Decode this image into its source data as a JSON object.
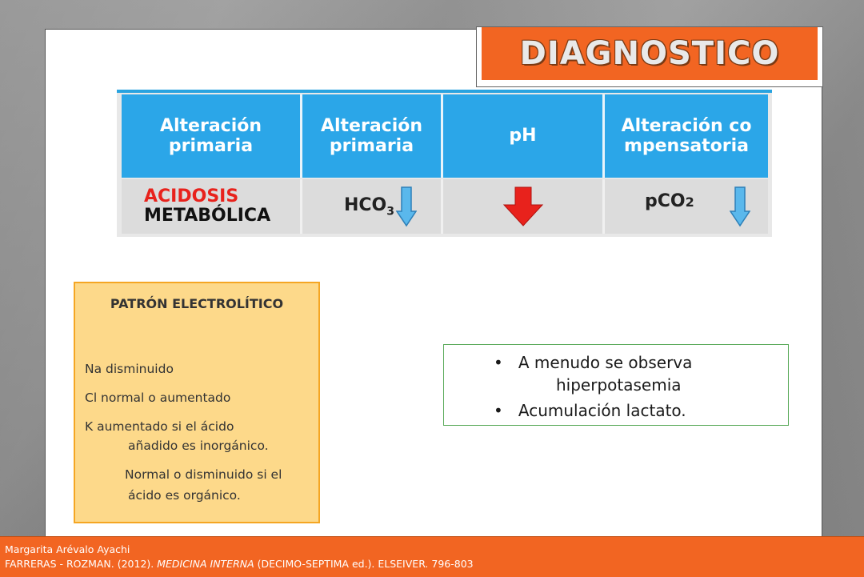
{
  "slide": {
    "title": "DIAGNOSTICO"
  },
  "table": {
    "headers": [
      "Alteración primaria",
      "Alteración primaria",
      "pH",
      "Alteración compensatoria"
    ],
    "row": {
      "col1_line1": "ACIDOSIS",
      "col1_line2": "METABÓLICA",
      "col2_chem": "HCO",
      "col2_sub": "3",
      "col4_chem": "pCO",
      "col4_sub": "2"
    },
    "colors": {
      "header_bg": "#2ba6e8",
      "acid_red": "#e8221c",
      "arrow_blue": "#5ab8ec",
      "arrow_red": "#e8221c"
    }
  },
  "panel": {
    "title": "PATRÓN ELECTROLÍTICO",
    "lines": [
      "Na  disminuido",
      "Cl   normal o aumentado",
      "K    aumentado si el ácido",
      "añadido es inorgánico.",
      "Normal  o disminuido si el",
      "ácido es orgánico."
    ]
  },
  "bullets": {
    "items": [
      {
        "line1": "A menudo se observa",
        "line2": "hiperpotasemia"
      },
      {
        "line1": "Acumulación lactato."
      }
    ]
  },
  "footer": {
    "author": "Margarita Arévalo Ayachi",
    "ref_prefix": "FARRERAS - ROZMAN. (2012). ",
    "ref_italic": "MEDICINA INTERNA",
    "ref_suffix": " (DECIMO-SEPTIMA ed.). ELSEIVER. 796-803"
  }
}
